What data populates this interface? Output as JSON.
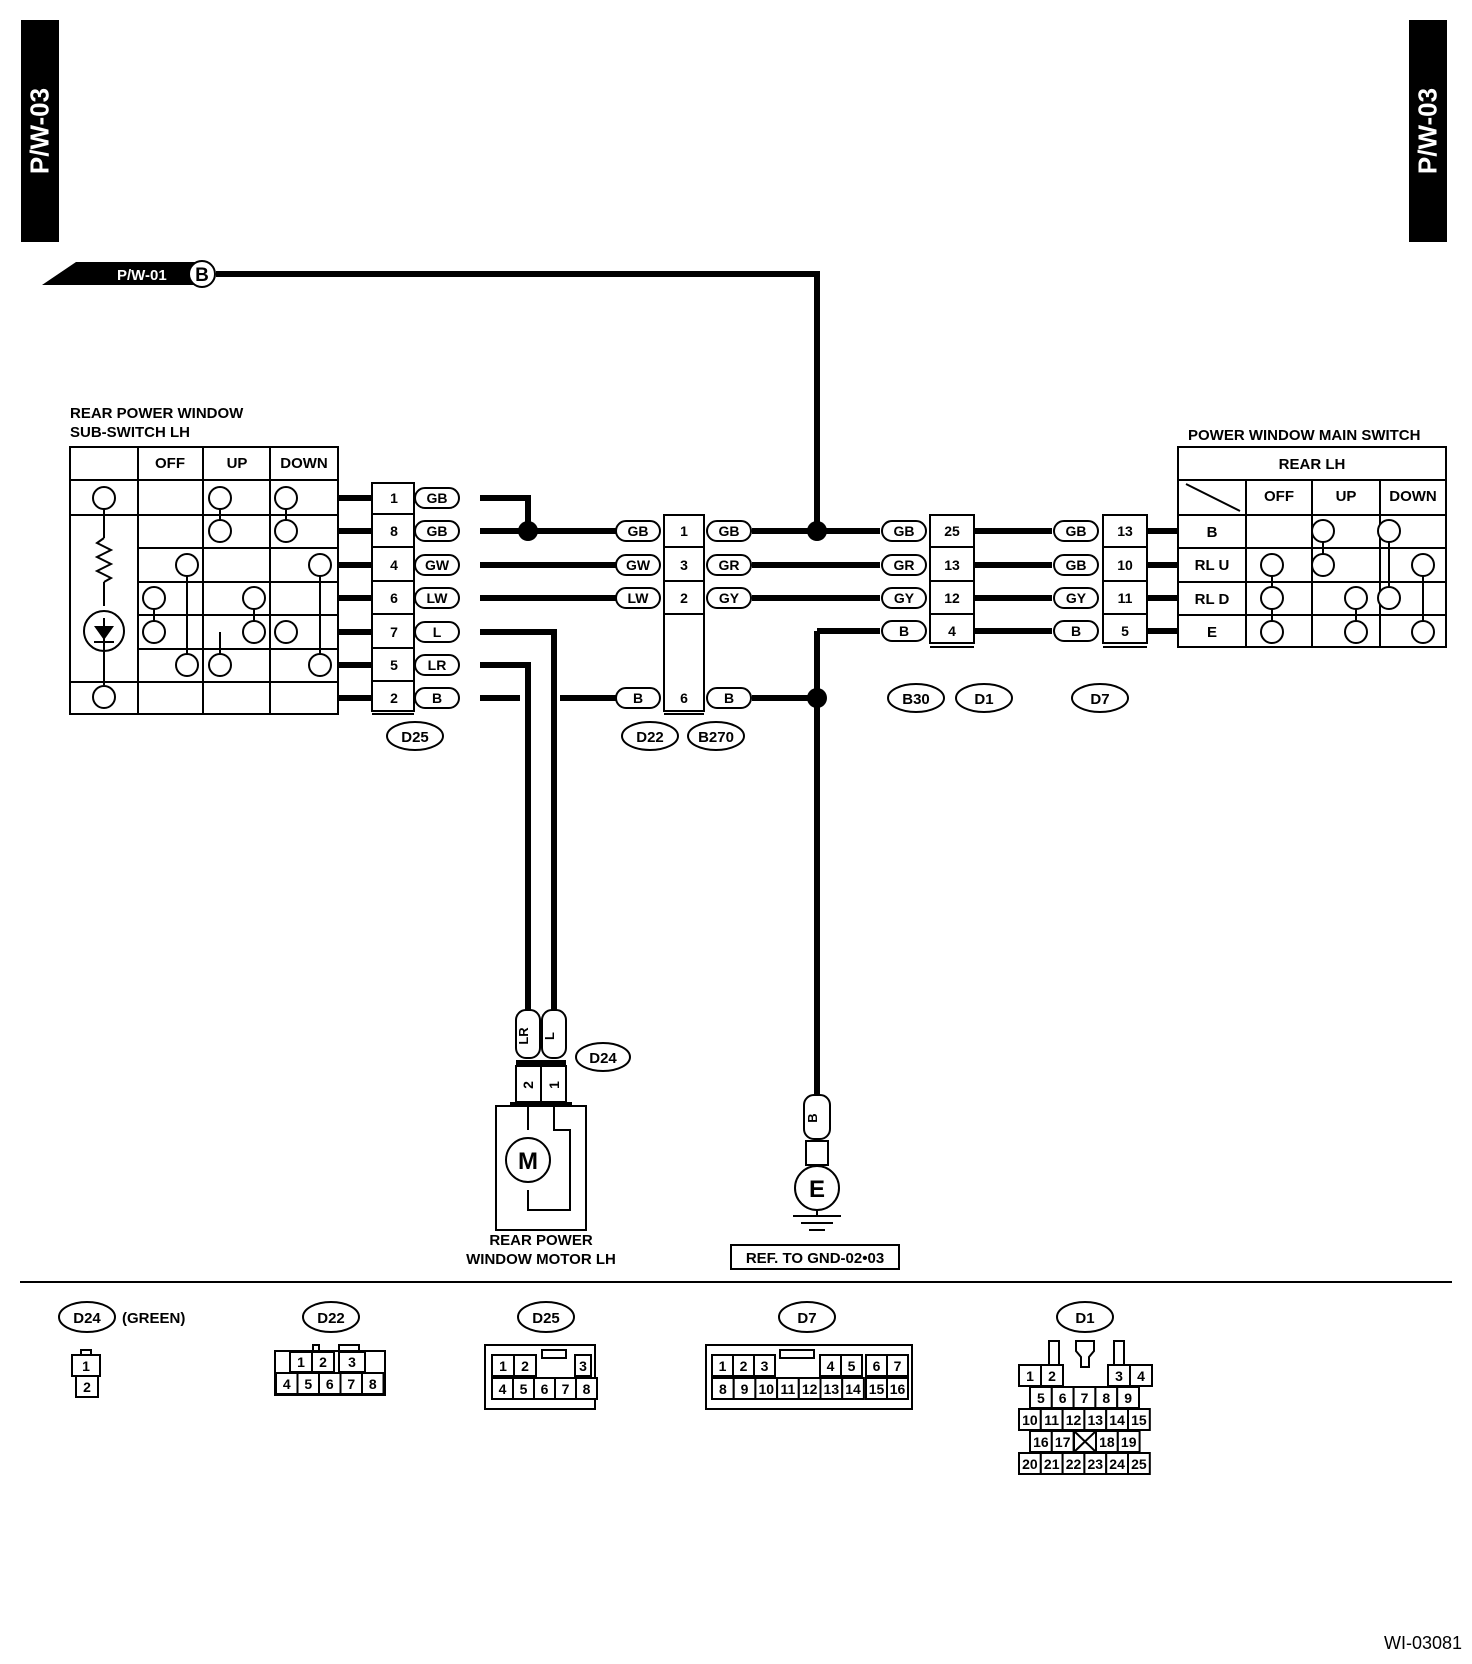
{
  "page": {
    "tab_left": "P/W-03",
    "tab_right": "P/W-03",
    "figure_id": "WI-03081"
  },
  "colors": {
    "ink": "#000000",
    "paper": "#ffffff"
  },
  "offpage": {
    "label": "P/W-01",
    "ref": "B"
  },
  "sub_switch": {
    "title_line1": "REAR POWER WINDOW",
    "title_line2": "SUB-SWITCH LH",
    "columns": [
      "OFF",
      "UP",
      "DOWN"
    ]
  },
  "main_switch": {
    "title": "POWER WINDOW MAIN SWITCH",
    "header": "REAR LH",
    "columns": [
      "OFF",
      "UP",
      "DOWN"
    ],
    "rows": [
      "B",
      "RL U",
      "RL D",
      "E"
    ]
  },
  "connectors": {
    "d25": {
      "name": "D25",
      "pins": [
        "1",
        "8",
        "4",
        "6",
        "7",
        "5",
        "2"
      ],
      "wires": [
        "GB",
        "GB",
        "GW",
        "LW",
        "L",
        "LR",
        "B"
      ]
    },
    "d22_b270": {
      "names": [
        "D22",
        "B270"
      ],
      "pins": [
        "1",
        "3",
        "2",
        "6"
      ],
      "wires_left": [
        "GB",
        "GW",
        "LW",
        "B"
      ],
      "wires_right": [
        "GB",
        "GR",
        "GY",
        "B"
      ]
    },
    "b30_d1": {
      "names": [
        "B30",
        "D1"
      ],
      "pins": [
        "25",
        "13",
        "12",
        "4"
      ],
      "wires_in": [
        "GB",
        "GR",
        "GY",
        "B"
      ]
    },
    "d7": {
      "name": "D7",
      "pins": [
        "13",
        "10",
        "11",
        "5"
      ],
      "wires_in": [
        "GB",
        "GB",
        "GY",
        "B"
      ]
    },
    "d24": {
      "name": "D24",
      "wires": [
        "LR",
        "L"
      ],
      "pins": [
        "2",
        "1"
      ]
    }
  },
  "motor": {
    "symbol": "M",
    "label_line1": "REAR POWER",
    "label_line2": "WINDOW MOTOR LH"
  },
  "ground": {
    "wire": "B",
    "symbol": "E",
    "ref": "REF. TO GND-02•03"
  },
  "connector_views": {
    "d24": {
      "name": "D24",
      "note": "(GREEN)",
      "pins": [
        "1",
        "2"
      ]
    },
    "d22": {
      "name": "D22",
      "pins": [
        "1",
        "2",
        "3",
        "4",
        "5",
        "6",
        "7",
        "8"
      ]
    },
    "d25": {
      "name": "D25",
      "pins": [
        "1",
        "2",
        "3",
        "4",
        "5",
        "6",
        "7",
        "8"
      ]
    },
    "d7": {
      "name": "D7",
      "pins": [
        "1",
        "2",
        "3",
        "4",
        "5",
        "6",
        "7",
        "8",
        "9",
        "10",
        "11",
        "12",
        "13",
        "14",
        "15",
        "16"
      ]
    },
    "d1": {
      "name": "D1",
      "pins": [
        "1",
        "2",
        "3",
        "4",
        "5",
        "6",
        "7",
        "8",
        "9",
        "10",
        "11",
        "12",
        "13",
        "14",
        "15",
        "16",
        "17",
        "18",
        "19",
        "20",
        "21",
        "22",
        "23",
        "24",
        "25"
      ]
    }
  }
}
